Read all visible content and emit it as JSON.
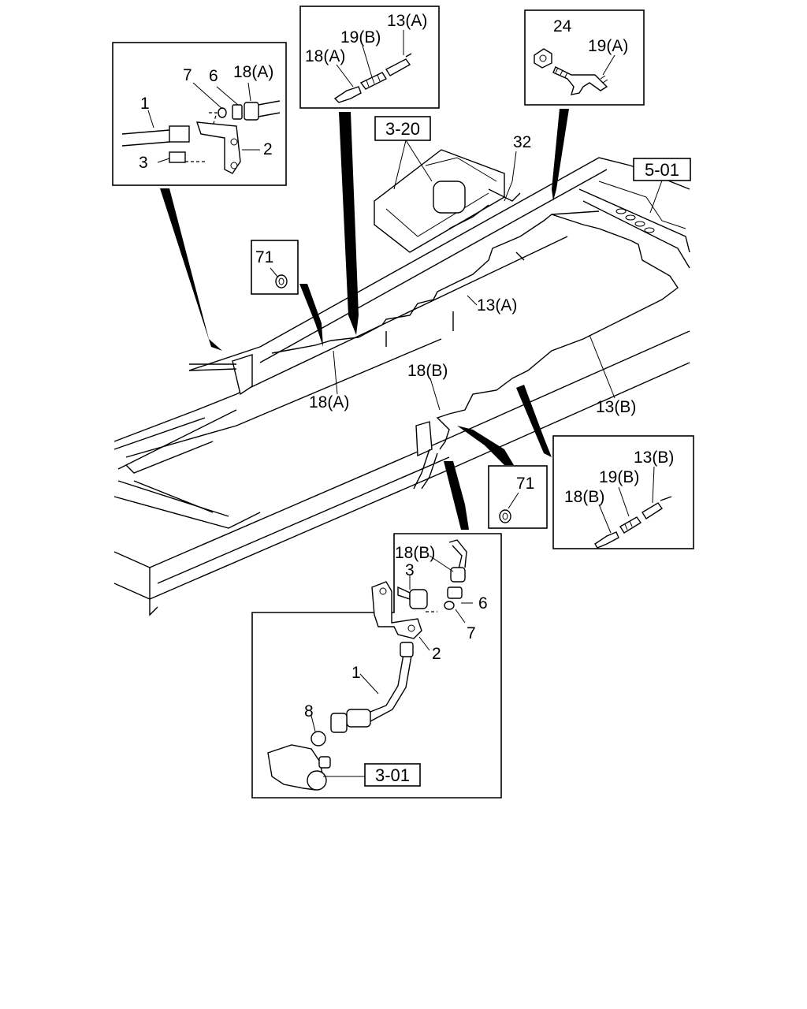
{
  "labels": {
    "tl_7": "7",
    "tl_6": "6",
    "tl_18a": "18(A)",
    "tl_1": "1",
    "tl_3": "3",
    "tl_2": "2",
    "tc_13a": "13(A)",
    "tc_19b": "19(B)",
    "tc_18a": "18(A)",
    "tr_24": "24",
    "tr_19a": "19(A)",
    "m_32": "32",
    "m_13a": "13(A)",
    "m_18a": "18(A)",
    "m_18b": "18(B)",
    "m_13b": "13(B)",
    "b71a": "71",
    "b71b": "71",
    "rr_13b": "13(B)",
    "rr_19b": "19(B)",
    "rr_18b": "18(B)",
    "bd_18b": "18(B)",
    "bd_3": "3",
    "bd_6": "6",
    "bd_7": "7",
    "bd_2": "2",
    "bd_1": "1",
    "bd_8": "8"
  },
  "refs": {
    "r320": "3-20",
    "r501": "5-01",
    "r301": "3-01"
  }
}
